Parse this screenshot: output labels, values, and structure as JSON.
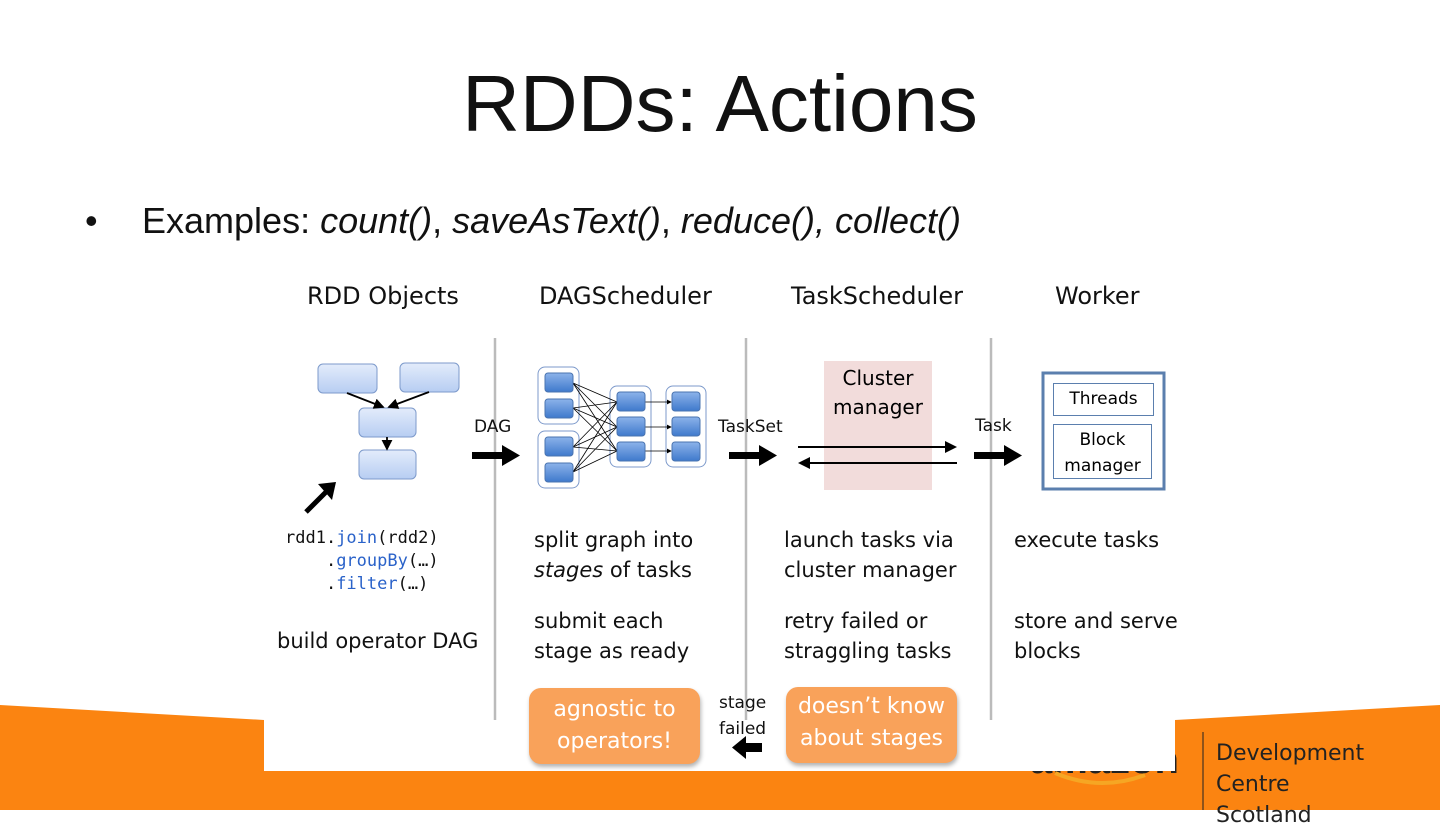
{
  "title": "RDDs: Actions",
  "bullet": {
    "prefix": "Examples: ",
    "items": [
      "count()",
      ", ",
      "saveAsText()",
      ", ",
      "reduce(), collect()"
    ]
  },
  "columns": [
    {
      "header": "RDD Objects",
      "notes": [
        "build operator DAG"
      ]
    },
    {
      "header": "DAGScheduler",
      "notes": [
        "split graph into",
        "stages",
        " of tasks",
        "submit each",
        "stage as ready"
      ]
    },
    {
      "header": "TaskScheduler",
      "notes": [
        "launch tasks via",
        "cluster manager",
        "retry failed or",
        "straggling tasks"
      ]
    },
    {
      "header": "Worker",
      "notes": [
        "execute tasks",
        "store and serve",
        "blocks"
      ]
    }
  ],
  "code": {
    "l1a": "rdd1.",
    "l1b": "join",
    "l1c": "(rdd2)",
    "l2a": "    .",
    "l2b": "groupBy",
    "l2c": "(…)",
    "l3a": "    .",
    "l3b": "filter",
    "l3c": "(…)"
  },
  "arrows": {
    "dag": "DAG",
    "taskset": "TaskSet",
    "task": "Task",
    "stage_failed_1": "stage",
    "stage_failed_2": "failed"
  },
  "cluster_manager": [
    "Cluster",
    "manager"
  ],
  "worker": {
    "threads": "Threads",
    "block_manager": [
      "Block",
      "manager"
    ]
  },
  "callouts": {
    "agnostic": [
      "agnostic to",
      "operators!"
    ],
    "doesnt_know": [
      "doesn’t know",
      "about stages"
    ]
  },
  "footer": {
    "logo": "amazon",
    "org": [
      "Development Centre",
      "Scotland"
    ]
  },
  "colors": {
    "orange": "#fb8411",
    "callout": "#f9a25a",
    "node": "#5b8fd9",
    "keyword": "#2a62c9"
  }
}
